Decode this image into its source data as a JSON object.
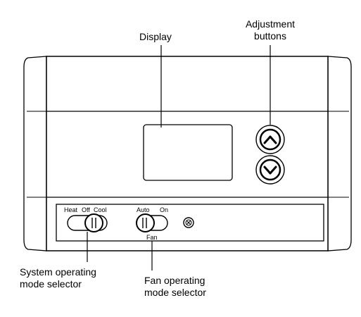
{
  "labels": {
    "display": "Display",
    "adjustment_line1": "Adjustment",
    "adjustment_line2": "buttons",
    "system_line1": "System operating",
    "system_line2": "mode selector",
    "fan_line1": "Fan operating",
    "fan_line2": "mode selector"
  },
  "system_switch": {
    "options": [
      "Heat",
      "Off",
      "Cool"
    ],
    "selected": "Off"
  },
  "fan_switch": {
    "options": [
      "Auto",
      "On"
    ],
    "caption": "Fan",
    "selected": "Auto"
  },
  "icons": {
    "up_button": "chevron-up-icon",
    "down_button": "chevron-down-icon",
    "reset": "reset-screw-icon"
  },
  "colors": {
    "stroke": "#000000",
    "face": "#ffffff"
  }
}
